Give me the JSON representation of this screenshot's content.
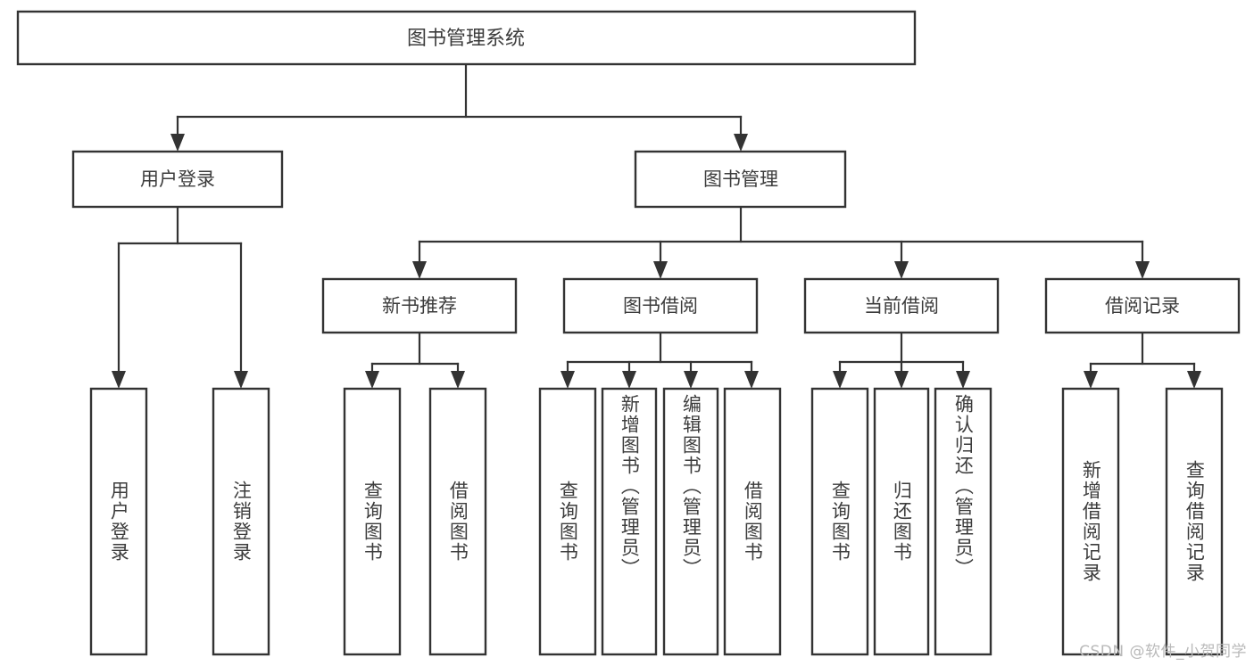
{
  "diagram": {
    "title": "图书管理系统",
    "type": "tree-hierarchy-chart",
    "colors": {
      "box_stroke": "#333333",
      "box_fill": "#ffffff",
      "text": "#3c3c3c",
      "background": "#ffffff",
      "watermark": "#b9b9b9"
    },
    "root": {
      "label": "图书管理系统"
    },
    "level2": [
      {
        "label": "用户登录"
      },
      {
        "label": "图书管理"
      }
    ],
    "level3": [
      {
        "label": "新书推荐"
      },
      {
        "label": "图书借阅"
      },
      {
        "label": "当前借阅"
      },
      {
        "label": "借阅记录"
      }
    ],
    "leaves": {
      "user_login": [
        {
          "label": "用户登录"
        },
        {
          "label": "注销登录"
        }
      ],
      "new_book": [
        {
          "label": "查询图书"
        },
        {
          "label": "借阅图书"
        }
      ],
      "book_borrow": [
        {
          "label": "查询图书"
        },
        {
          "label": "新增图书（管理员）"
        },
        {
          "label": "编辑图书（管理员）"
        },
        {
          "label": "借阅图书"
        }
      ],
      "current_borrow": [
        {
          "label": "查询图书"
        },
        {
          "label": "归还图书"
        },
        {
          "label": "确认归还（管理员）"
        }
      ],
      "borrow_record": [
        {
          "label": "新增借阅记录"
        },
        {
          "label": "查询借阅记录"
        }
      ]
    }
  },
  "watermark": {
    "text": "CSDN @软件_小贺同学"
  }
}
